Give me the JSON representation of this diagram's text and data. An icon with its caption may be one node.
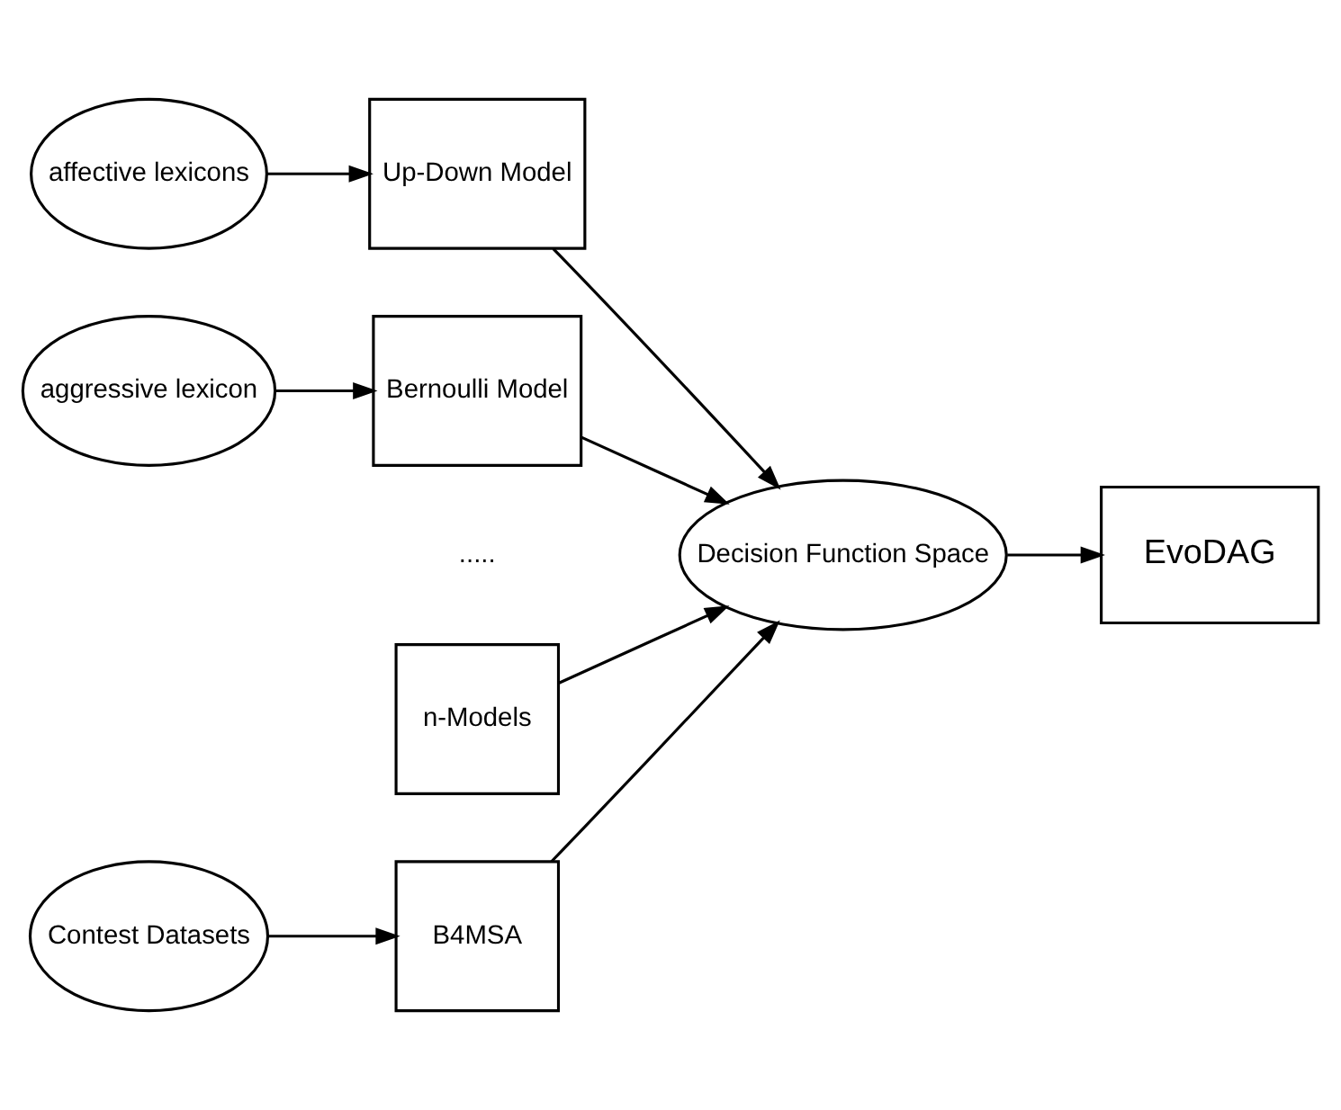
{
  "diagram": {
    "nodes": [
      {
        "text": [
          "affective lexicons"
        ]
      },
      {
        "text": [
          "Up-Down Model"
        ]
      },
      {
        "text": [
          "aggressive lexicon"
        ]
      },
      {
        "text": [
          "Bernoulli Model"
        ]
      },
      {
        "text": [
          "n-Models"
        ]
      },
      {
        "text": [
          "Contest Datasets"
        ]
      },
      {
        "text": [
          "B4MSA"
        ]
      },
      {
        "text": [
          "Decision Function Space"
        ]
      },
      {
        "text": [
          "EvoDAG"
        ]
      }
    ],
    "edges": [
      {
        "from": 0,
        "to": 1,
        "arrow": "to"
      },
      {
        "from": 2,
        "to": 3,
        "arrow": "to"
      },
      {
        "from": 5,
        "to": 6,
        "arrow": "to"
      },
      {
        "from": 1,
        "to": 7,
        "arrow": "to"
      },
      {
        "from": 3,
        "to": 7,
        "arrow": "to"
      },
      {
        "from": 4,
        "to": 7,
        "arrow": "to"
      },
      {
        "from": 6,
        "to": 7,
        "arrow": "to"
      },
      {
        "from": 7,
        "to": 8,
        "arrow": "to"
      }
    ],
    "labels": [
      "....."
    ]
  }
}
